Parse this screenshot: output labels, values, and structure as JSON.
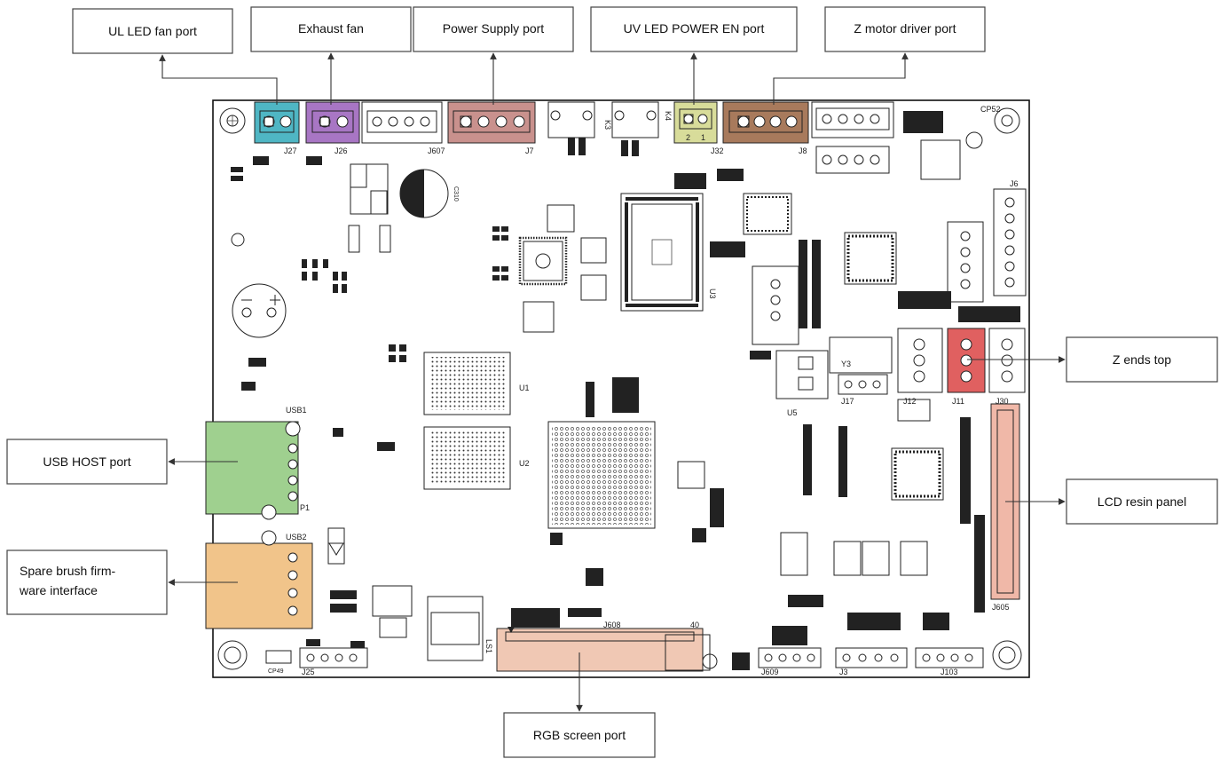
{
  "colors": {
    "ul_fan": "#4fb6c4",
    "exhaust_fan": "#a876c4",
    "power_supply": "#c9918d",
    "uv_power_en": "#d8dc9a",
    "z_motor": "#a87a5c",
    "z_ends_top": "#e06060",
    "usb_host": "#9fd08f",
    "spare_brush": "#f1c48a",
    "lcd_panel": "#f0b8a8",
    "rgb_screen": "#f0c8b4"
  },
  "callouts": {
    "ul_led_fan": "UL LED fan port",
    "exhaust_fan": "Exhaust fan",
    "power_supply": "Power Supply port",
    "uv_led_power_en": "UV LED POWER EN port",
    "z_motor_driver": "Z motor driver port",
    "z_ends_top": "Z ends top",
    "usb_host": "USB HOST port",
    "lcd_resin_panel": "LCD resin panel",
    "spare_brush_line1": "Spare brush firm-",
    "spare_brush_line2": "ware interface",
    "rgb_screen": "RGB screen port"
  },
  "board_refs": {
    "j27": "J27",
    "j26": "J26",
    "j607": "J607",
    "j7": "J7",
    "j32": "J32",
    "j8": "J8",
    "j6": "J6",
    "j11": "J11",
    "j12": "J12",
    "j30": "J30",
    "j17": "J17",
    "j605": "J605",
    "j608": "J608",
    "j609": "J609",
    "j3": "J3",
    "j103": "J103",
    "j25": "J25",
    "usb1": "USB1",
    "usb2": "USB2",
    "p1": "P1",
    "k3": "K3",
    "k4": "K4",
    "u5": "U5",
    "y3": "Y3",
    "u1": "U1",
    "u2": "U2",
    "u3": "U3",
    "ls1": "LS1",
    "cp49": "CP49",
    "cp52": "CP52",
    "c310": "C310",
    "pin1": "1",
    "pin2": "2",
    "pin40": "40"
  }
}
